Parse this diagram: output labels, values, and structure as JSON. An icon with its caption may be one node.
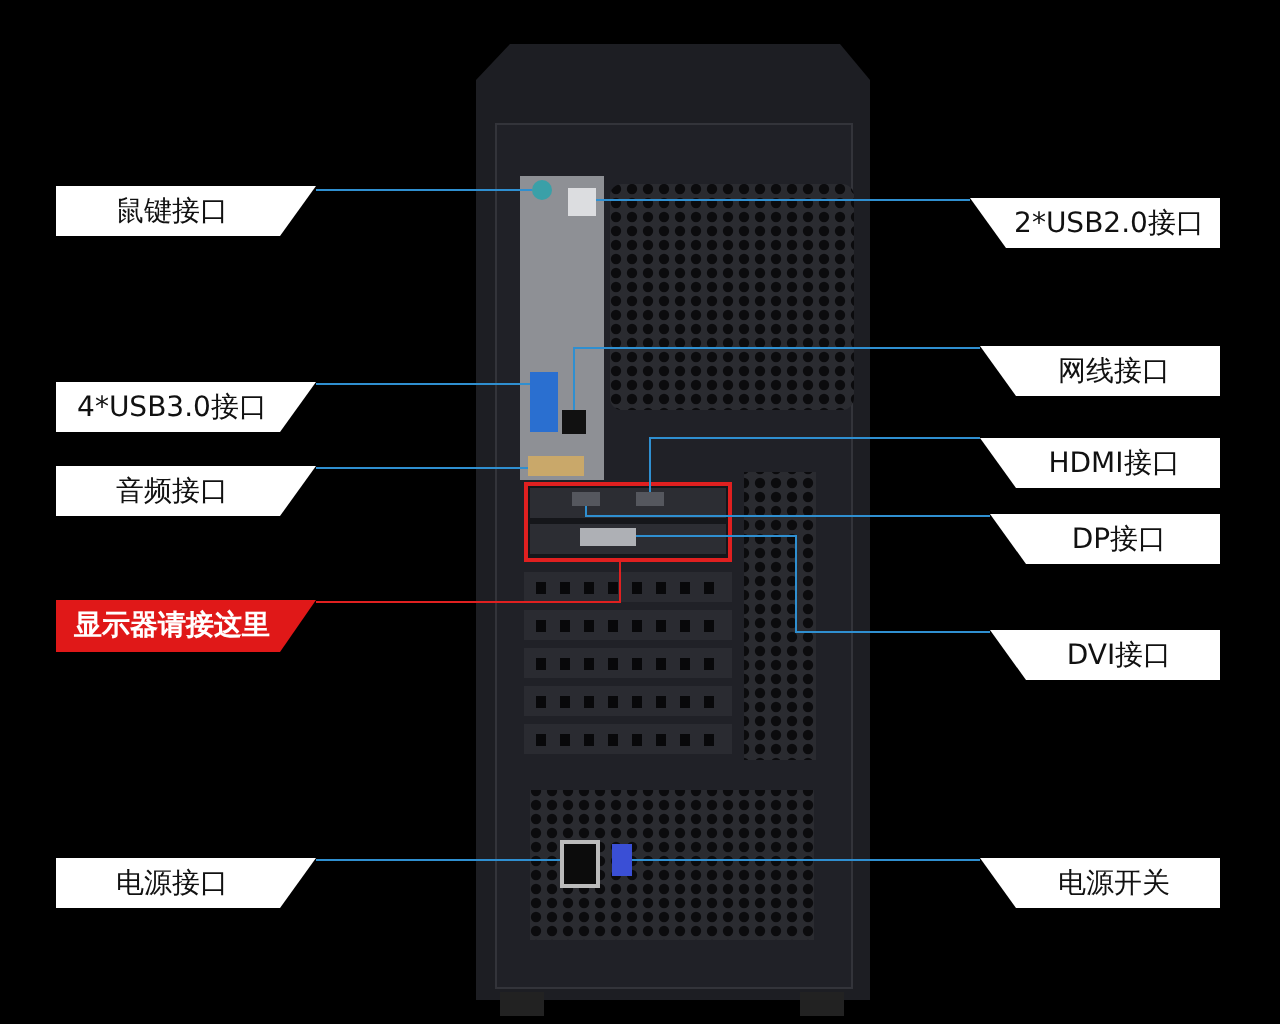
{
  "diagram": {
    "nodes": [
      {
        "text": [
          "鼠键接口"
        ]
      },
      {
        "text": [
          "2*USB2.0接口"
        ]
      },
      {
        "text": [
          "网线接口"
        ]
      },
      {
        "text": [
          "4*USB3.0接口"
        ]
      },
      {
        "text": [
          "HDMI接口"
        ]
      },
      {
        "text": [
          "音频接口"
        ]
      },
      {
        "text": [
          "DP接口"
        ]
      },
      {
        "text": [
          "显示器请接这里"
        ]
      },
      {
        "text": [
          "DVI接口"
        ]
      },
      {
        "text": [
          "电源接口"
        ]
      },
      {
        "text": [
          "电源开关"
        ]
      },
      {
        "text": [],
        "shape": "circle"
      },
      {
        "text": [],
        "shape": "box"
      },
      {
        "text": [],
        "shape": "box"
      },
      {
        "text": [],
        "shape": "box"
      },
      {
        "text": [],
        "shape": "box"
      },
      {
        "text": [],
        "shape": "box"
      },
      {
        "text": [],
        "shape": "box",
        "in": 16
      },
      {
        "text": [],
        "shape": "box",
        "in": 16
      },
      {
        "text": [],
        "shape": "box",
        "in": 16
      },
      {
        "text": [],
        "shape": "box"
      },
      {
        "text": [],
        "shape": "box"
      }
    ],
    "edges": [
      {
        "from": 0,
        "to": 11,
        "arrow": "none"
      },
      {
        "from": 1,
        "to": 12,
        "arrow": "none"
      },
      {
        "from": 2,
        "to": 14,
        "arrow": "none"
      },
      {
        "from": 3,
        "to": 13,
        "arrow": "none"
      },
      {
        "from": 4,
        "to": 17,
        "arrow": "none"
      },
      {
        "from": 5,
        "to": 15,
        "arrow": "none"
      },
      {
        "from": 6,
        "to": 18,
        "arrow": "none"
      },
      {
        "from": 7,
        "to": 16,
        "arrow": "none",
        "color": "#e02020"
      },
      {
        "from": 8,
        "to": 19,
        "arrow": "none"
      },
      {
        "from": 9,
        "to": 20,
        "arrow": "none"
      },
      {
        "from": 10,
        "to": 21,
        "arrow": "none"
      }
    ]
  }
}
